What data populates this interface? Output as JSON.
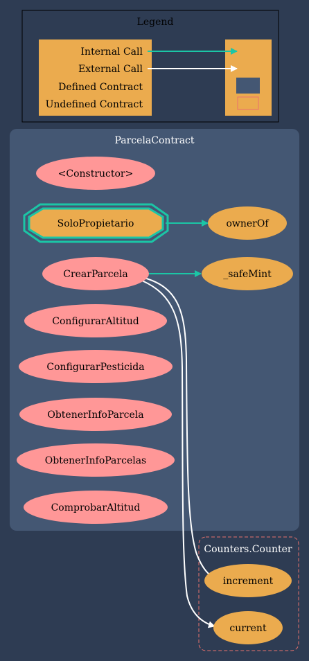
{
  "colors": {
    "background": "#2e3c53",
    "cluster_fill": "#445773",
    "public_fill": "#ff9797",
    "defined_fill": "#ebab4e",
    "internal_edge": "#1bc6a6",
    "external_edge": "#ffffff",
    "undefined_border": "#e8726d",
    "legend_border": "#000000"
  },
  "legend": {
    "title": "Legend",
    "internal_call": "Internal Call",
    "external_call": "External Call",
    "defined_contract": "Defined Contract",
    "undefined_contract": "Undefined Contract"
  },
  "clusters": {
    "main": "ParcelaContract",
    "counter": "Counters.Counter"
  },
  "nodes": {
    "constructor": "<Constructor>",
    "solo_propietario": "SoloPropietario",
    "owner_of": "ownerOf",
    "crear_parcela": "CrearParcela",
    "safe_mint": "_safeMint",
    "configurar_altitud": "ConfigurarAltitud",
    "configurar_pesticida": "ConfigurarPesticida",
    "obtener_info_parcela": "ObtenerInfoParcela",
    "obtener_info_parcelas": "ObtenerInfoParcelas",
    "comprobar_altitud": "ComprobarAltitud",
    "increment": "increment",
    "current": "current"
  },
  "edges": [
    {
      "from": "SoloPropietario",
      "to": "ownerOf",
      "type": "internal"
    },
    {
      "from": "CrearParcela",
      "to": "_safeMint",
      "type": "internal"
    },
    {
      "from": "CrearParcela",
      "to": "increment",
      "type": "external"
    },
    {
      "from": "CrearParcela",
      "to": "current",
      "type": "external"
    }
  ]
}
